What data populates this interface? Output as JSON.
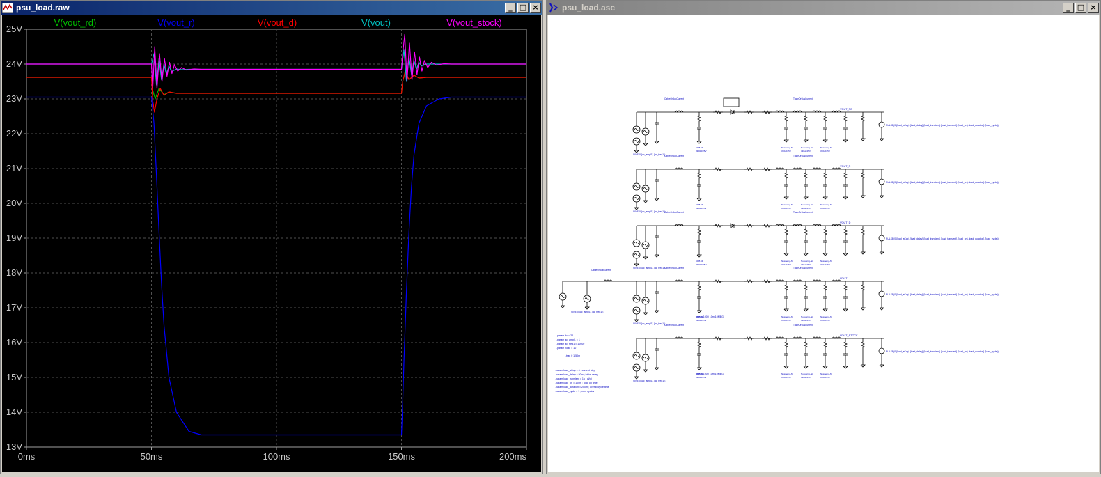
{
  "plot_window": {
    "title": "psu_load.raw",
    "buttons": {
      "minimize": "_",
      "maximize": "□",
      "close": "×"
    }
  },
  "schematic_window": {
    "title": "psu_load.asc",
    "buttons": {
      "minimize": "_",
      "maximize": "□",
      "close": "×"
    },
    "sections": {
      "cable": "CableOrBusCurrent",
      "trace": "TraceOrBusCurrent",
      "vout_rd": "VOUT_RD",
      "vout_r": "VOUT_R",
      "vout_d": "VOUT_D",
      "vout": "VOUT",
      "vout_stock": "VOUT_STOCK",
      "load_label": "PULSE(0 {load_aCap} {load_delay} {load_transient} {load_transient} {load_on} {load_duration} {load_cycle})",
      "source_label": "SINE(0 {ac_ampl1} {ac_freq1})",
      "cap_label": "Nusserng Alt 330uF25V",
      "mosfet_label": "CDB 5P 3300uF25V",
      "tran_label": ".tran 0 1 50m",
      "params_block_1": [
        ".param dc = 24",
        ".param ac_ampl1 = 1",
        ".param ac_freq1 = 10000",
        ".param rload = 10"
      ],
      "params_block_2": [
        ".param load_aCap = 6 ; current step",
        ".param load_delay = 50m ; initial delay",
        ".param load_transient = 1u ; di/dt",
        ".param load_on = 100m ; load on time",
        ".param load_duration = 200m ; overall cycle time",
        ".param load_cycle = 1 ; num cycles"
      ],
      "meas_label": ".meas 1000 10m 10MEG"
    }
  },
  "chart_data": {
    "type": "line",
    "xlabel": "",
    "ylabel": "",
    "x_unit": "ms",
    "xlim": [
      0,
      200
    ],
    "ylim": [
      13,
      25
    ],
    "x_ticks": [
      "0ms",
      "50ms",
      "100ms",
      "150ms",
      "200ms"
    ],
    "y_ticks": [
      "13V",
      "14V",
      "15V",
      "16V",
      "17V",
      "18V",
      "19V",
      "20V",
      "21V",
      "22V",
      "23V",
      "24V",
      "25V"
    ],
    "grid": true,
    "legend": "top",
    "series": [
      {
        "name": "V(vout_rd)",
        "color": "#00c000",
        "x": [
          0,
          50,
          50.5,
          51.5,
          53,
          55,
          57,
          60,
          150,
          150.5,
          151.5,
          153,
          155,
          157,
          160,
          200
        ],
        "values": [
          23.62,
          23.62,
          23.25,
          23.0,
          23.3,
          23.12,
          23.2,
          23.16,
          23.16,
          23.5,
          23.78,
          23.55,
          23.68,
          23.6,
          23.62,
          23.62
        ]
      },
      {
        "name": "V(vout_r)",
        "color": "#0000ff",
        "x": [
          0,
          50,
          51,
          52,
          53,
          54,
          55,
          57,
          60,
          65,
          70,
          100,
          150,
          150.5,
          151,
          152,
          153,
          154,
          155,
          157,
          160,
          165,
          170,
          200
        ],
        "values": [
          23.05,
          23.05,
          22.3,
          20.8,
          19.2,
          17.7,
          16.5,
          15.0,
          14.0,
          13.45,
          13.35,
          13.35,
          13.35,
          14.3,
          15.5,
          17.5,
          19.2,
          20.5,
          21.4,
          22.3,
          22.8,
          23.0,
          23.05,
          23.05
        ]
      },
      {
        "name": "V(vout_d)",
        "color": "#ff0000",
        "x": [
          0,
          50,
          50.5,
          51.2,
          52.2,
          53.5,
          55,
          57,
          60,
          150,
          150.5,
          151.5,
          153,
          155,
          157,
          160,
          200
        ],
        "values": [
          23.62,
          23.62,
          22.95,
          22.62,
          23.0,
          23.3,
          23.1,
          23.2,
          23.16,
          23.16,
          23.5,
          23.8,
          23.55,
          23.68,
          23.6,
          23.62,
          23.62
        ]
      },
      {
        "name": "V(vout)",
        "color": "#00c0c0",
        "x": [
          0,
          50,
          51,
          52,
          53,
          54,
          55,
          56,
          57,
          58,
          60,
          62,
          65,
          150,
          151,
          152,
          153,
          154,
          155,
          156,
          157,
          158,
          160,
          162,
          165,
          200
        ],
        "values": [
          24.0,
          24.0,
          24.3,
          23.4,
          24.15,
          23.55,
          24.0,
          23.7,
          23.95,
          23.78,
          23.86,
          23.84,
          23.85,
          23.85,
          24.4,
          23.5,
          24.2,
          23.7,
          24.1,
          23.85,
          24.05,
          23.95,
          24.0,
          24.0,
          24.0,
          24.0
        ]
      },
      {
        "name": "V(vout_stock)",
        "color": "#ff00ff",
        "x": [
          0,
          50,
          50.5,
          51.3,
          52.2,
          53.2,
          54.2,
          55.2,
          56.2,
          57.2,
          58.2,
          59.2,
          60.5,
          62,
          64,
          67,
          70,
          150,
          150.5,
          151.3,
          152.2,
          153.2,
          154.2,
          155.2,
          156.2,
          157.2,
          158.2,
          159.2,
          160.5,
          162,
          164,
          167,
          170,
          200
        ],
        "values": [
          24.0,
          24.0,
          23.3,
          24.5,
          23.3,
          24.3,
          23.5,
          24.15,
          23.65,
          24.05,
          23.73,
          23.98,
          23.8,
          23.9,
          23.83,
          23.86,
          23.85,
          23.85,
          24.3,
          24.85,
          23.5,
          24.6,
          23.55,
          24.35,
          23.7,
          24.2,
          23.8,
          24.1,
          23.9,
          24.05,
          23.97,
          24.01,
          24.0,
          24.0
        ]
      }
    ]
  }
}
